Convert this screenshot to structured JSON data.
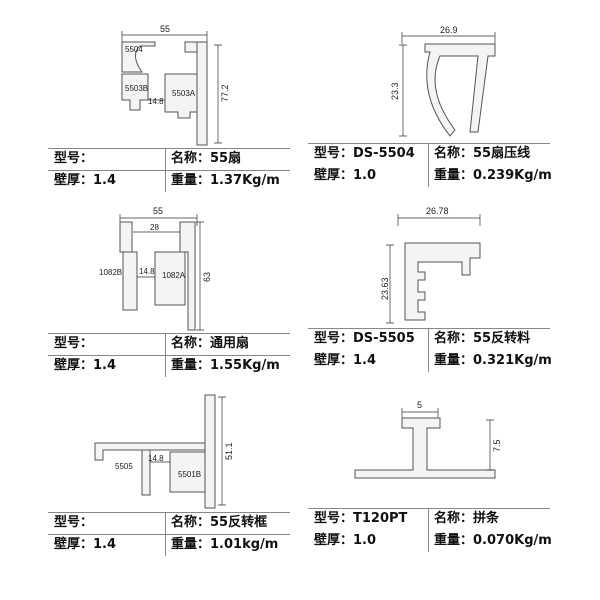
{
  "products": [
    {
      "model_label": "型号：",
      "model": "",
      "name_label": "名称：",
      "name": "55扇",
      "wall_label": "壁厚：",
      "wall": "1.4",
      "weight_label": "重量：",
      "weight": "1.37Kg/m",
      "dims": {
        "width": "55",
        "height": "77.2",
        "gap": "14.8"
      },
      "parts": [
        "5504",
        "5503B",
        "5503A"
      ]
    },
    {
      "model_label": "型号：",
      "model": "DS-5504",
      "name_label": "名称：",
      "name": "55扇压线",
      "wall_label": "壁厚：",
      "wall": "1.0",
      "weight_label": "重量：",
      "weight": "0.239Kg/m",
      "dims": {
        "width": "26.9",
        "height": "23.3"
      }
    },
    {
      "model_label": "型号：",
      "model": "",
      "name_label": "名称：",
      "name": "通用扇",
      "wall_label": "壁厚：",
      "wall": "1.4",
      "weight_label": "重量：",
      "weight": "1.55Kg/m",
      "dims": {
        "width": "55",
        "inner": "28",
        "height": "63",
        "gap": "14.8"
      },
      "parts": [
        "1082B",
        "1082A"
      ]
    },
    {
      "model_label": "型号：",
      "model": "DS-5505",
      "name_label": "名称：",
      "name": "55反转料",
      "wall_label": "壁厚：",
      "wall": "1.4",
      "weight_label": "重量：",
      "weight": "0.321Kg/m",
      "dims": {
        "width": "26.78",
        "height": "23.63"
      }
    },
    {
      "model_label": "型号：",
      "model": "",
      "name_label": "名称：",
      "name": "55反转框",
      "wall_label": "壁厚：",
      "wall": "1.4",
      "weight_label": "重量：",
      "weight": "1.01kg/m",
      "dims": {
        "height": "51.1",
        "gap": "14.8"
      },
      "parts": [
        "5505",
        "5501B"
      ]
    },
    {
      "model_label": "型号：",
      "model": "T120PT",
      "name_label": "名称：",
      "name": "拼条",
      "wall_label": "壁厚：",
      "wall": "1.0",
      "weight_label": "重量：",
      "weight": "0.070Kg/m",
      "dims": {
        "width": "5",
        "height": "7.5"
      }
    }
  ]
}
